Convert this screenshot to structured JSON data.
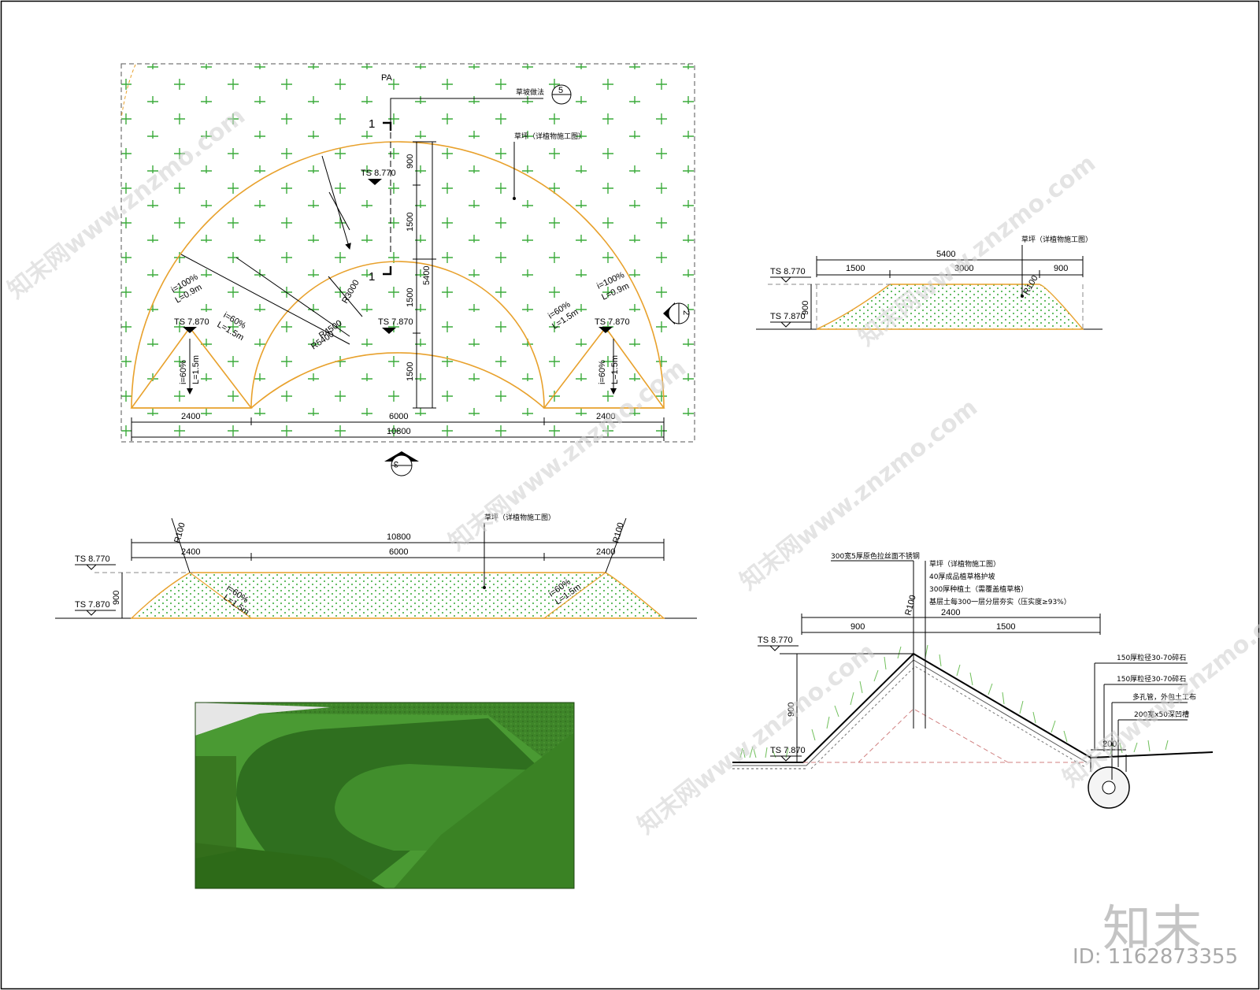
{
  "plan": {
    "area_code": "PA",
    "callout_note": "草坡做法",
    "callout_number": "5",
    "section_mark": "1",
    "lawn_note": "草坪（详植物施工图）",
    "elev_top": "TS 8.770",
    "elev_low": "TS 7.870",
    "radii": [
      "R3000",
      "R4500",
      "R5400"
    ],
    "slope_outer": "i=100%",
    "slope_outer_len": "L=0.9m",
    "slope_inner": "i=60%",
    "slope_inner_len": "L=1.5m",
    "vert_dims": [
      "900",
      "1500",
      "1500",
      "1500"
    ],
    "vert_total": "5400",
    "horiz_dims": [
      "2400",
      "6000",
      "2400"
    ],
    "horiz_total": "10800",
    "elev_ref_right": "2",
    "elev_ref_bottom": "3"
  },
  "section_right": {
    "lawn_note": "草坪（详植物施工图）",
    "total": "5400",
    "dims": [
      "1500",
      "3000",
      "900"
    ],
    "height": "900",
    "radius": "R100",
    "elev_top": "TS 8.770",
    "elev_low": "TS 7.870"
  },
  "section_bottom": {
    "lawn_note": "草坪（详植物施工图）",
    "total": "10800",
    "dims": [
      "2400",
      "6000",
      "2400"
    ],
    "height": "900",
    "radius": "R100",
    "slope": "i=60%",
    "slope_len": "L=1.5m",
    "elev_top": "TS 8.770",
    "elev_low": "TS 7.870"
  },
  "detail": {
    "top_note": "300宽5厚原色拉丝面不锈钢",
    "layers": [
      "草坪（详植物施工图）",
      "40厚成品植草格护坡",
      "300厚种植土（需覆盖植草格）",
      "基层土每300一层分层夯实（压实度≥93%）"
    ],
    "radius": "R100",
    "total": "2400",
    "dims": [
      "900",
      "1500"
    ],
    "height": "900",
    "elev_top": "TS 8.770",
    "elev_low": "TS 7.870",
    "drain_notes": [
      "150厚粒径30-70碎石",
      "150厚粒径30-70碎石",
      "多孔管，外包土工布",
      "200宽x50深凹槽"
    ],
    "drain_width": "200"
  },
  "watermark": {
    "text": "知末网www.znzmo.com",
    "brand": "知末",
    "image_id": "ID: 1162873355"
  },
  "colors": {
    "line": "#000000",
    "arc": "#e8a12c",
    "lawn": "#2fa82f",
    "grass_dark": "#2e6b1f",
    "grass_light": "#4e9c32"
  }
}
